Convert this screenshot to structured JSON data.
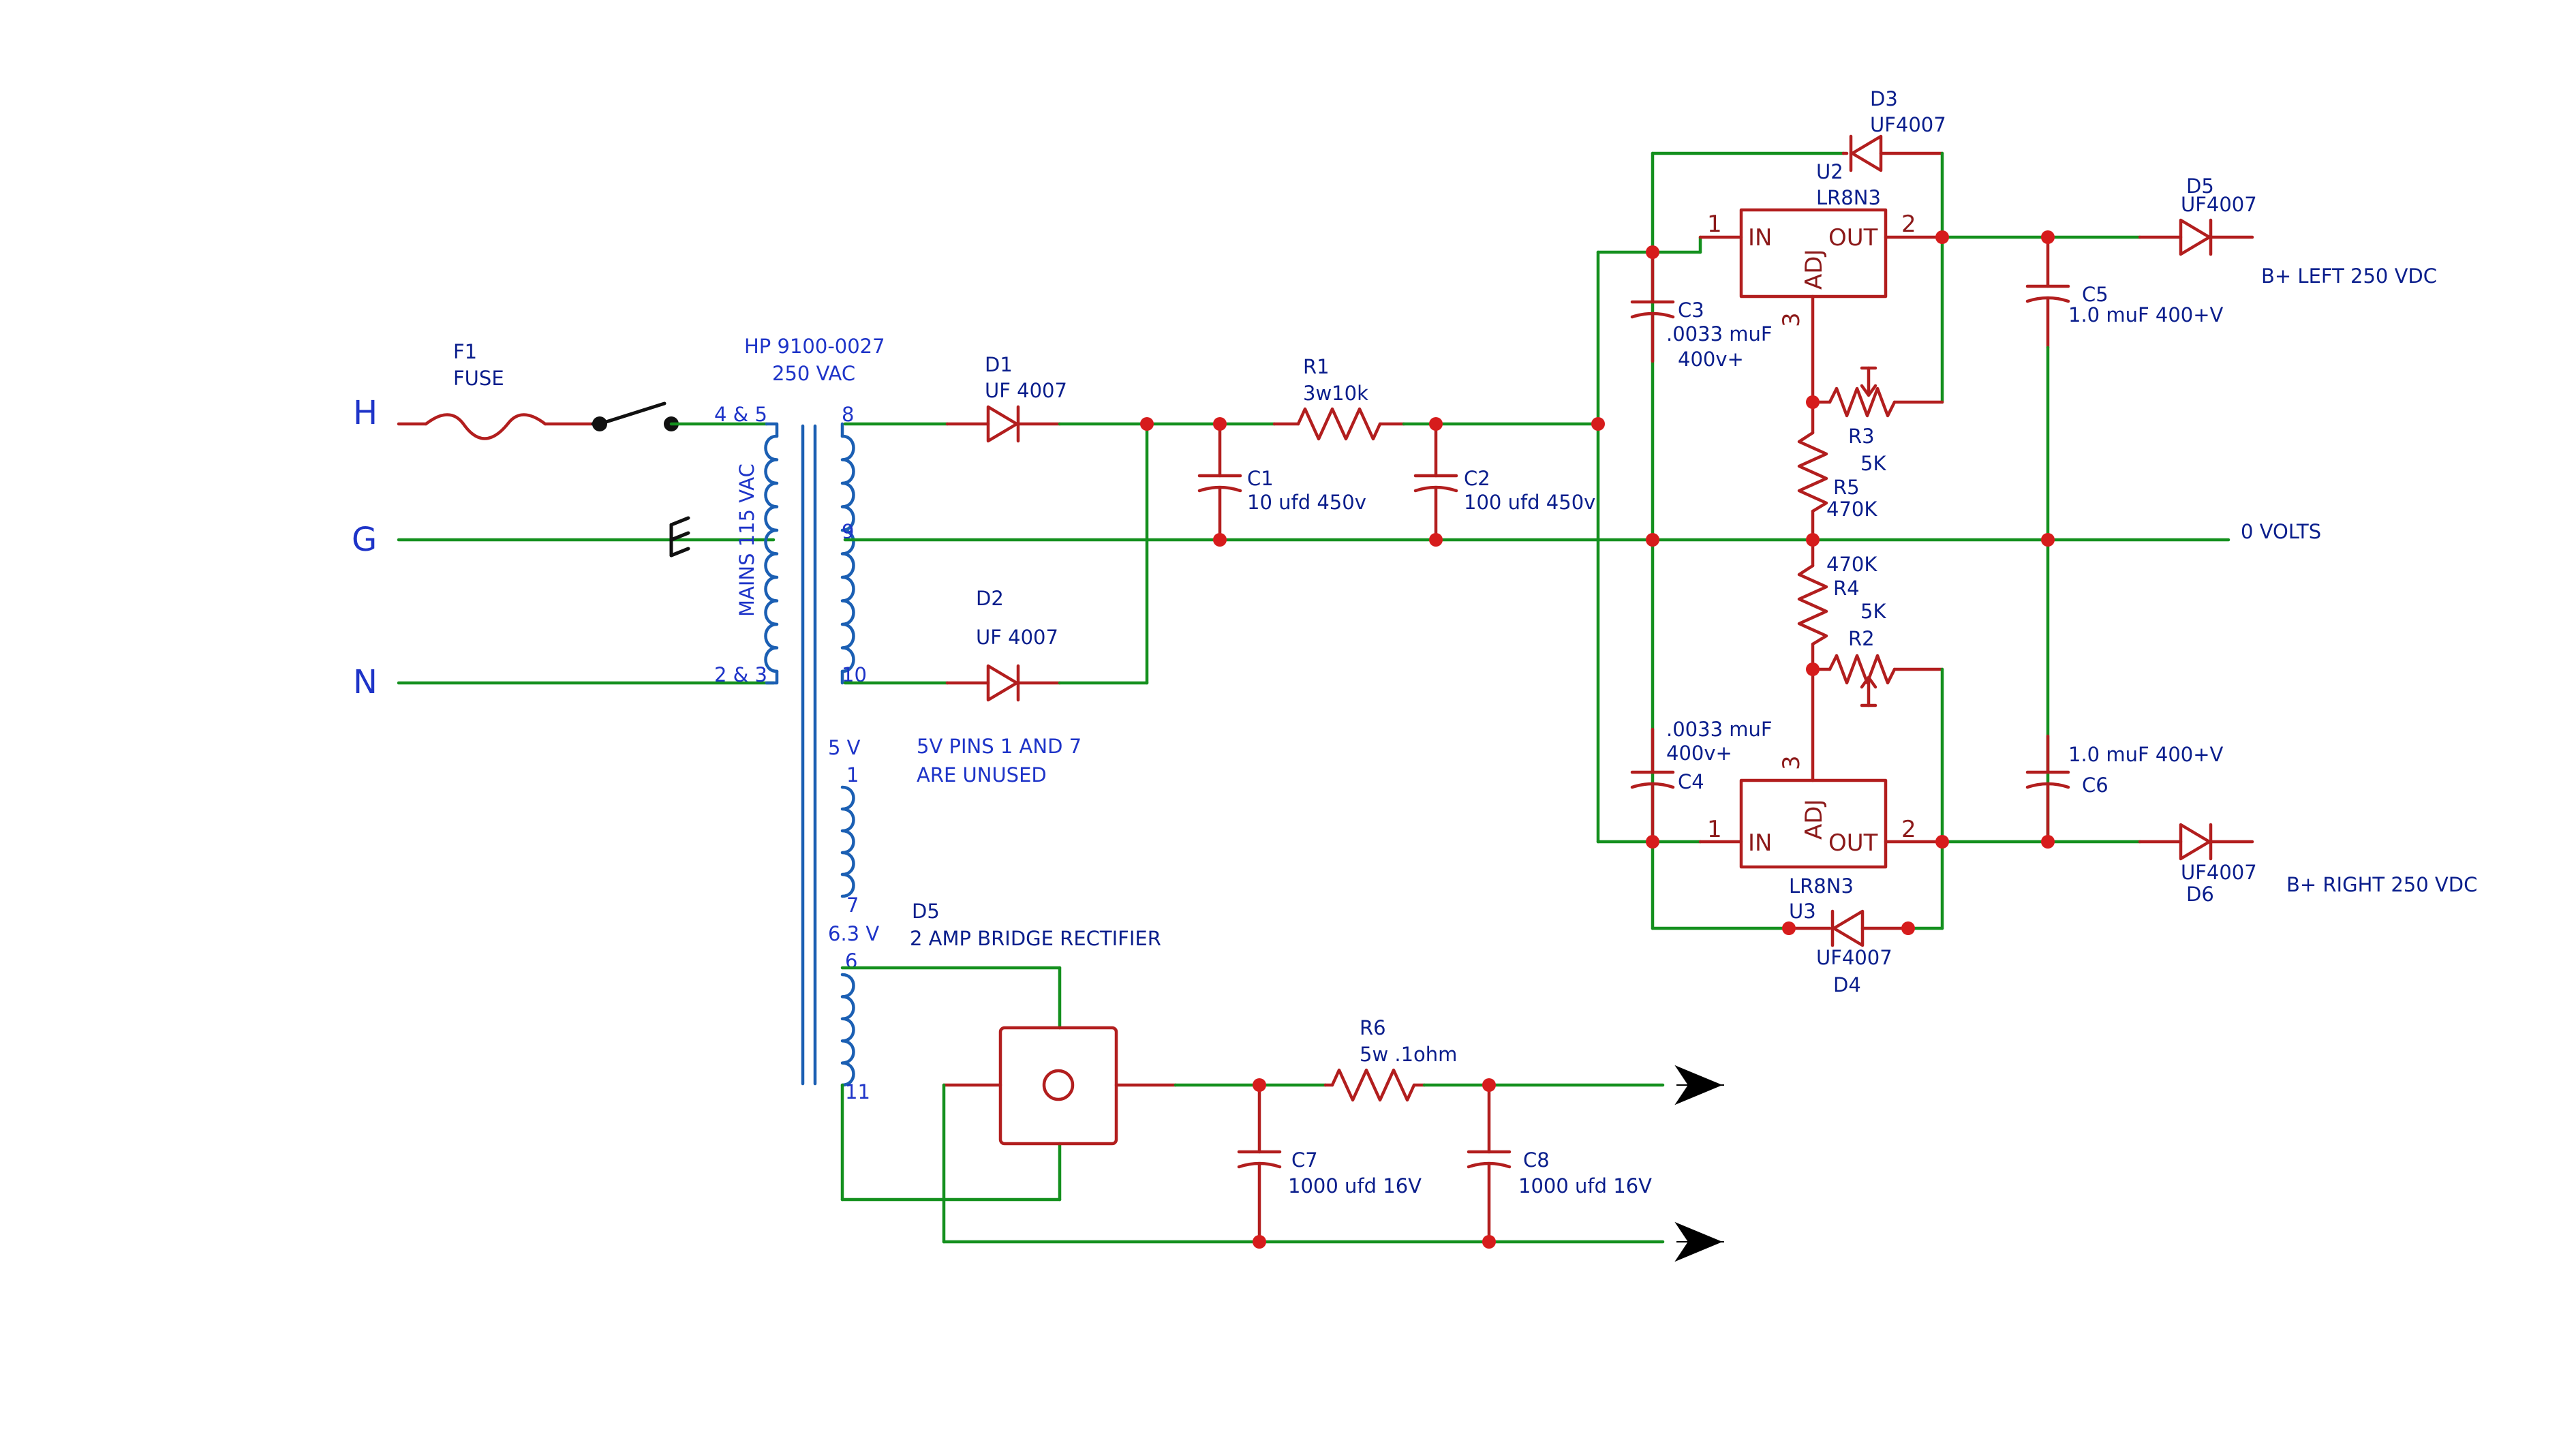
{
  "mains": {
    "hot": "H",
    "ground": "G",
    "neutral": "N"
  },
  "fuse": {
    "ref": "F1",
    "name": "FUSE"
  },
  "transformer": {
    "part": "HP 9100-0027",
    "secondary": "250 VAC",
    "primary_label": "MAINS 115 VAC",
    "pins_top": "4 & 5",
    "pins_bottom": "2 & 3",
    "pin8": "8",
    "pin9": "9",
    "pin10": "10",
    "label_5v": "5 V",
    "pin1": "1",
    "pin7": "7",
    "label_63v": "6.3 V",
    "pin6": "6",
    "pin11": "11",
    "note_line1": "5V PINS 1 AND 7",
    "note_line2": "ARE UNUSED"
  },
  "components": {
    "d1": {
      "ref": "D1",
      "value": "UF 4007"
    },
    "d2": {
      "ref": "D2",
      "value": "UF 4007"
    },
    "r1": {
      "ref": "R1",
      "value": "3w10k"
    },
    "c1": {
      "ref": "C1",
      "value": "10 ufd 450v"
    },
    "c2": {
      "ref": "C2",
      "value": "100 ufd 450v"
    },
    "d3": {
      "ref": "D3",
      "value": "UF4007"
    },
    "u2": {
      "ref": "U2",
      "value": "LR8N3"
    },
    "u3": {
      "ref": "U3",
      "value": "LR8N3"
    },
    "c3": {
      "ref": "C3",
      "value": ".0033 muF",
      "rating": "400v+"
    },
    "c4": {
      "ref": "C4",
      "value": ".0033 muF",
      "rating": "400v+"
    },
    "r3": {
      "ref": "R3",
      "value": "5K"
    },
    "r5": {
      "ref": "R5",
      "value": "470K"
    },
    "r4": {
      "ref": "R4",
      "value": "470K"
    },
    "r2": {
      "ref": "R2",
      "value": "5K"
    },
    "d4": {
      "ref": "D4",
      "value": "UF4007"
    },
    "d5": {
      "ref": "D5",
      "value": "UF4007"
    },
    "d6": {
      "ref": "D6",
      "value": "UF4007"
    },
    "c5": {
      "ref": "C5",
      "value": "1.0 muF 400+V"
    },
    "c6": {
      "ref": "C6",
      "value": "1.0 muF 400+V"
    },
    "bridge": {
      "ref": "D5",
      "value": "2 AMP BRIDGE RECTIFIER"
    },
    "r6": {
      "ref": "R6",
      "value": "5w .1ohm"
    },
    "c7": {
      "ref": "C7",
      "value": "1000 ufd 16V"
    },
    "c8": {
      "ref": "C8",
      "value": "1000 ufd 16V"
    }
  },
  "regulator_text": {
    "in": "IN",
    "out": "OUT",
    "adj": "ADJ",
    "p1": "1",
    "p2": "2",
    "p3": "3"
  },
  "outputs": {
    "left": "B+ LEFT 250 VDC",
    "right": "B+ RIGHT 250 VDC",
    "zero": "0 VOLTS"
  },
  "colors": {
    "wire": "#14901e",
    "component": "#b21e1e",
    "junction": "#d61c1c",
    "label": "#0a1e8c",
    "transformer": "#1b5fb3"
  }
}
